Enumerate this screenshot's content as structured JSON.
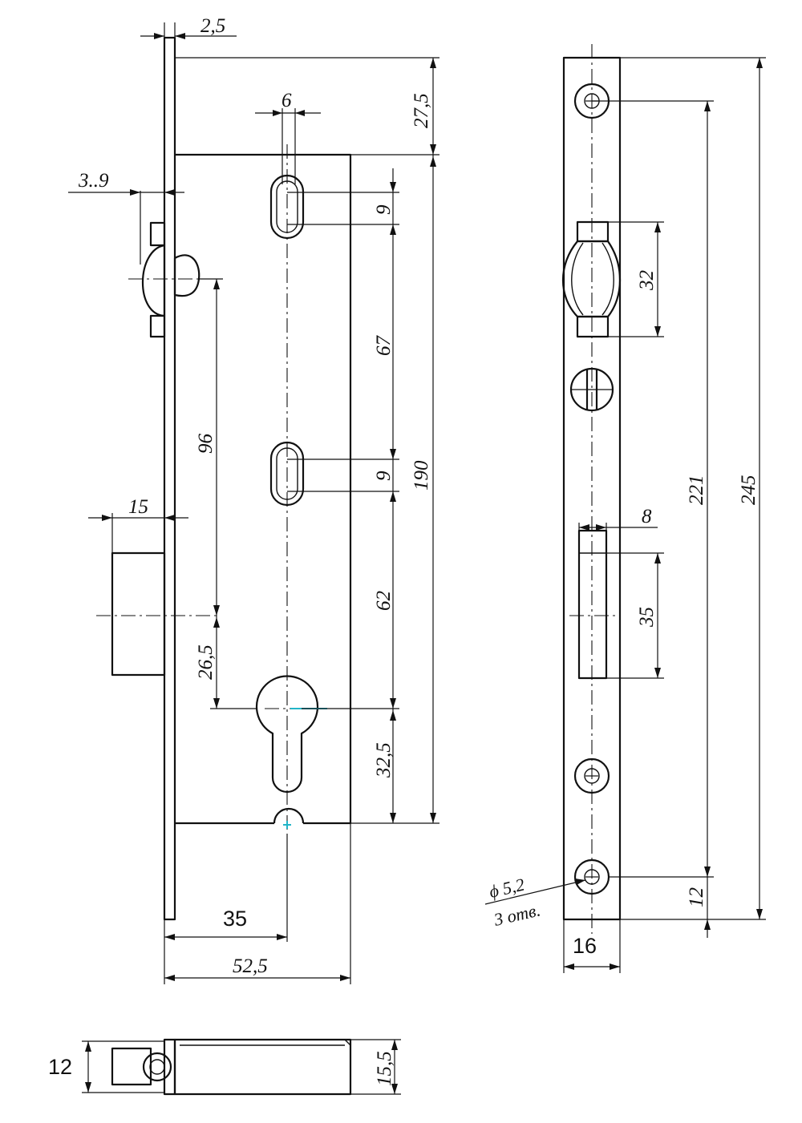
{
  "front_view": {
    "dims": {
      "faceplate_thickness": "2,5",
      "latch_projection": "3..9",
      "slot_width": "6",
      "top_offset": "27,5",
      "slot_height_upper": "9",
      "slot_pitch_upper": "67",
      "slot_height_lower": "9",
      "slot_to_cylinder": "62",
      "cylinder_to_bottom": "32,5",
      "case_height": "190",
      "latch_to_bolt": "96",
      "bolt_to_cylinder": "26,5",
      "bolt_projection": "15",
      "backset": "35",
      "case_depth": "52,5"
    }
  },
  "faceplate_view": {
    "dims": {
      "latch_height": "32",
      "bolt_width": "8",
      "bolt_height": "35",
      "hole_pitch": "221",
      "plate_length": "245",
      "bottom_hole_offset": "12",
      "plate_width": "16"
    },
    "hole_note": {
      "diameter": "ϕ 5,2",
      "count": "3 отв."
    }
  },
  "bottom_view": {
    "dims": {
      "bolt_thickness": "12",
      "case_thickness": "15,5"
    }
  }
}
